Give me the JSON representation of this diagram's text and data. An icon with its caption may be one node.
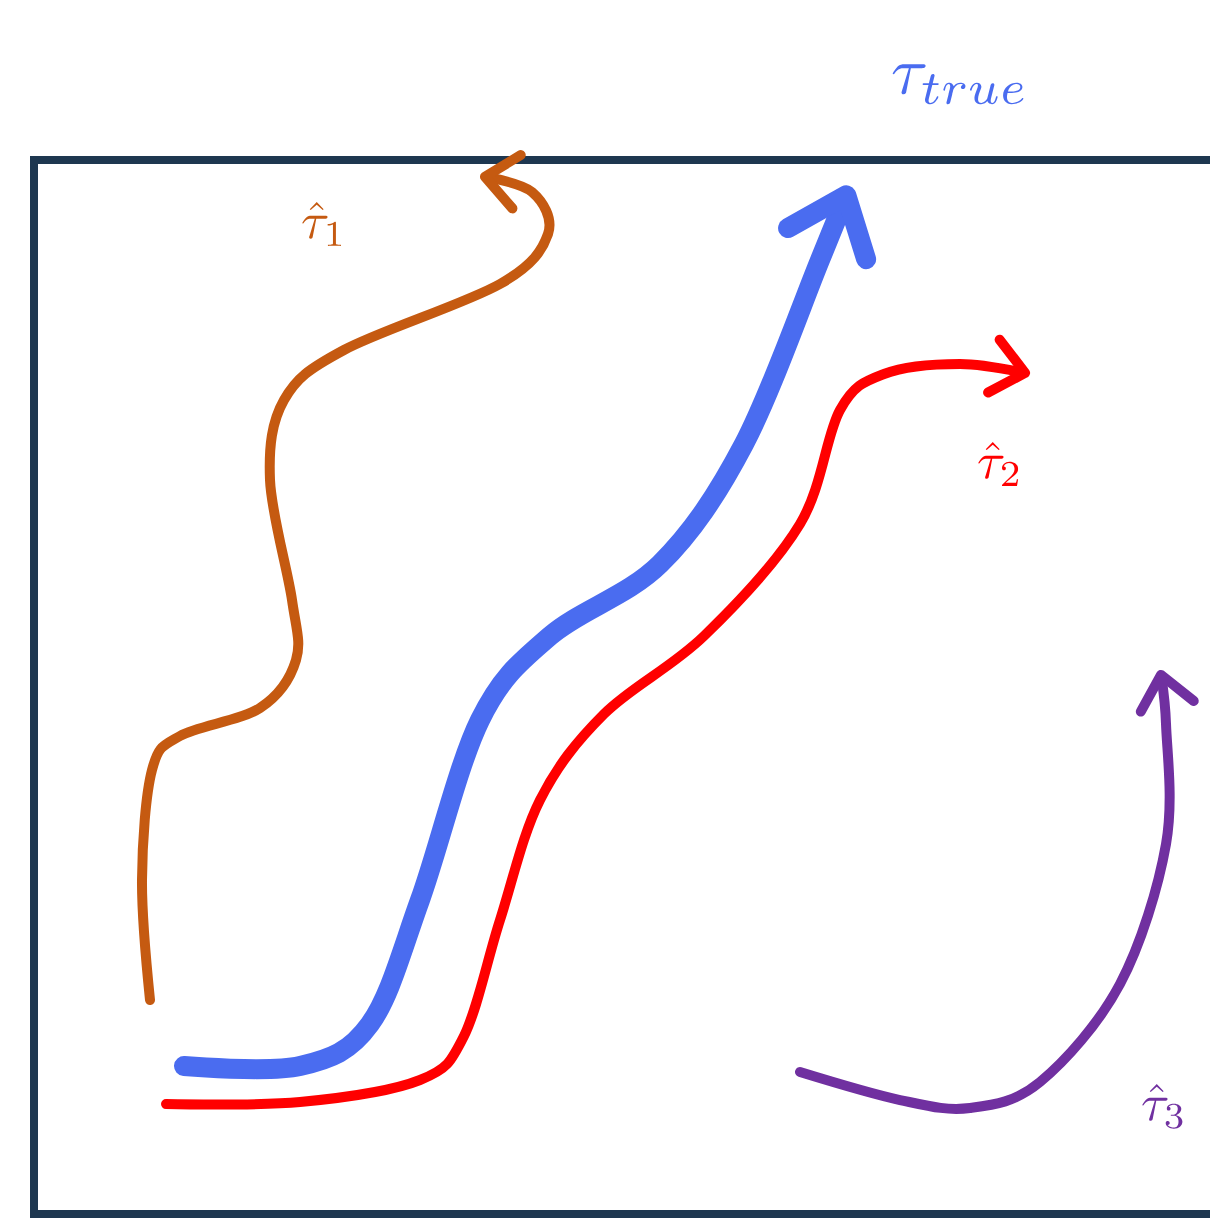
{
  "diagram": {
    "labels": [
      "\\tau_{true}",
      "\\hat{\\tau}_1",
      "\\hat{\\tau}_2",
      "\\hat{\\tau}_3"
    ]
  }
}
